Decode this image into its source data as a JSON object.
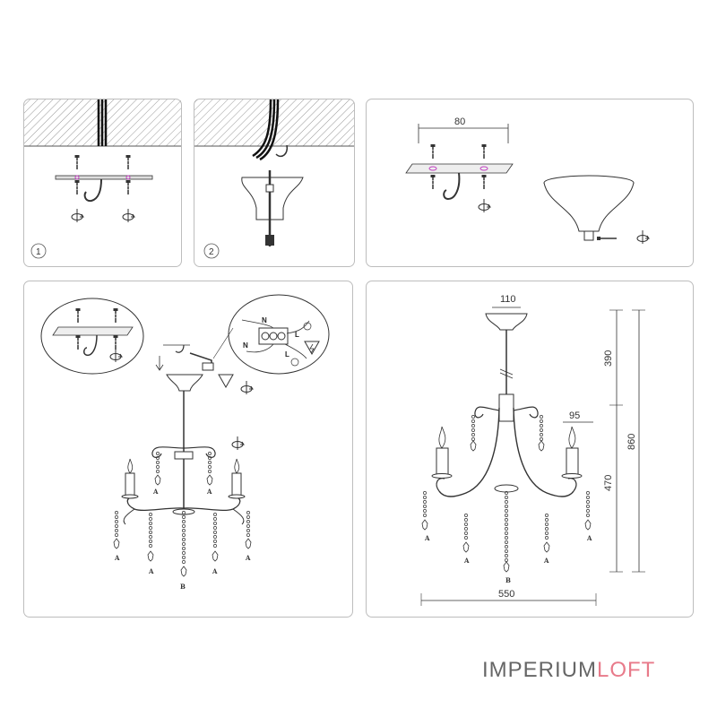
{
  "steps": {
    "step1": "1",
    "step2": "2"
  },
  "dimensions": {
    "bracket_width": "80",
    "canopy_width": "110",
    "top_height": "390",
    "total_height": "860",
    "cup_width": "95",
    "body_height": "470",
    "total_width": "550"
  },
  "wiring": {
    "n": "N",
    "l": "L"
  },
  "labels": {
    "a": "A",
    "b": "B"
  },
  "brand": {
    "part1": "IMPERIUM",
    "part2": "LOFT"
  },
  "colors": {
    "accent": "#e87a8a",
    "line": "#333333",
    "screw_mark": "#c040c0"
  }
}
